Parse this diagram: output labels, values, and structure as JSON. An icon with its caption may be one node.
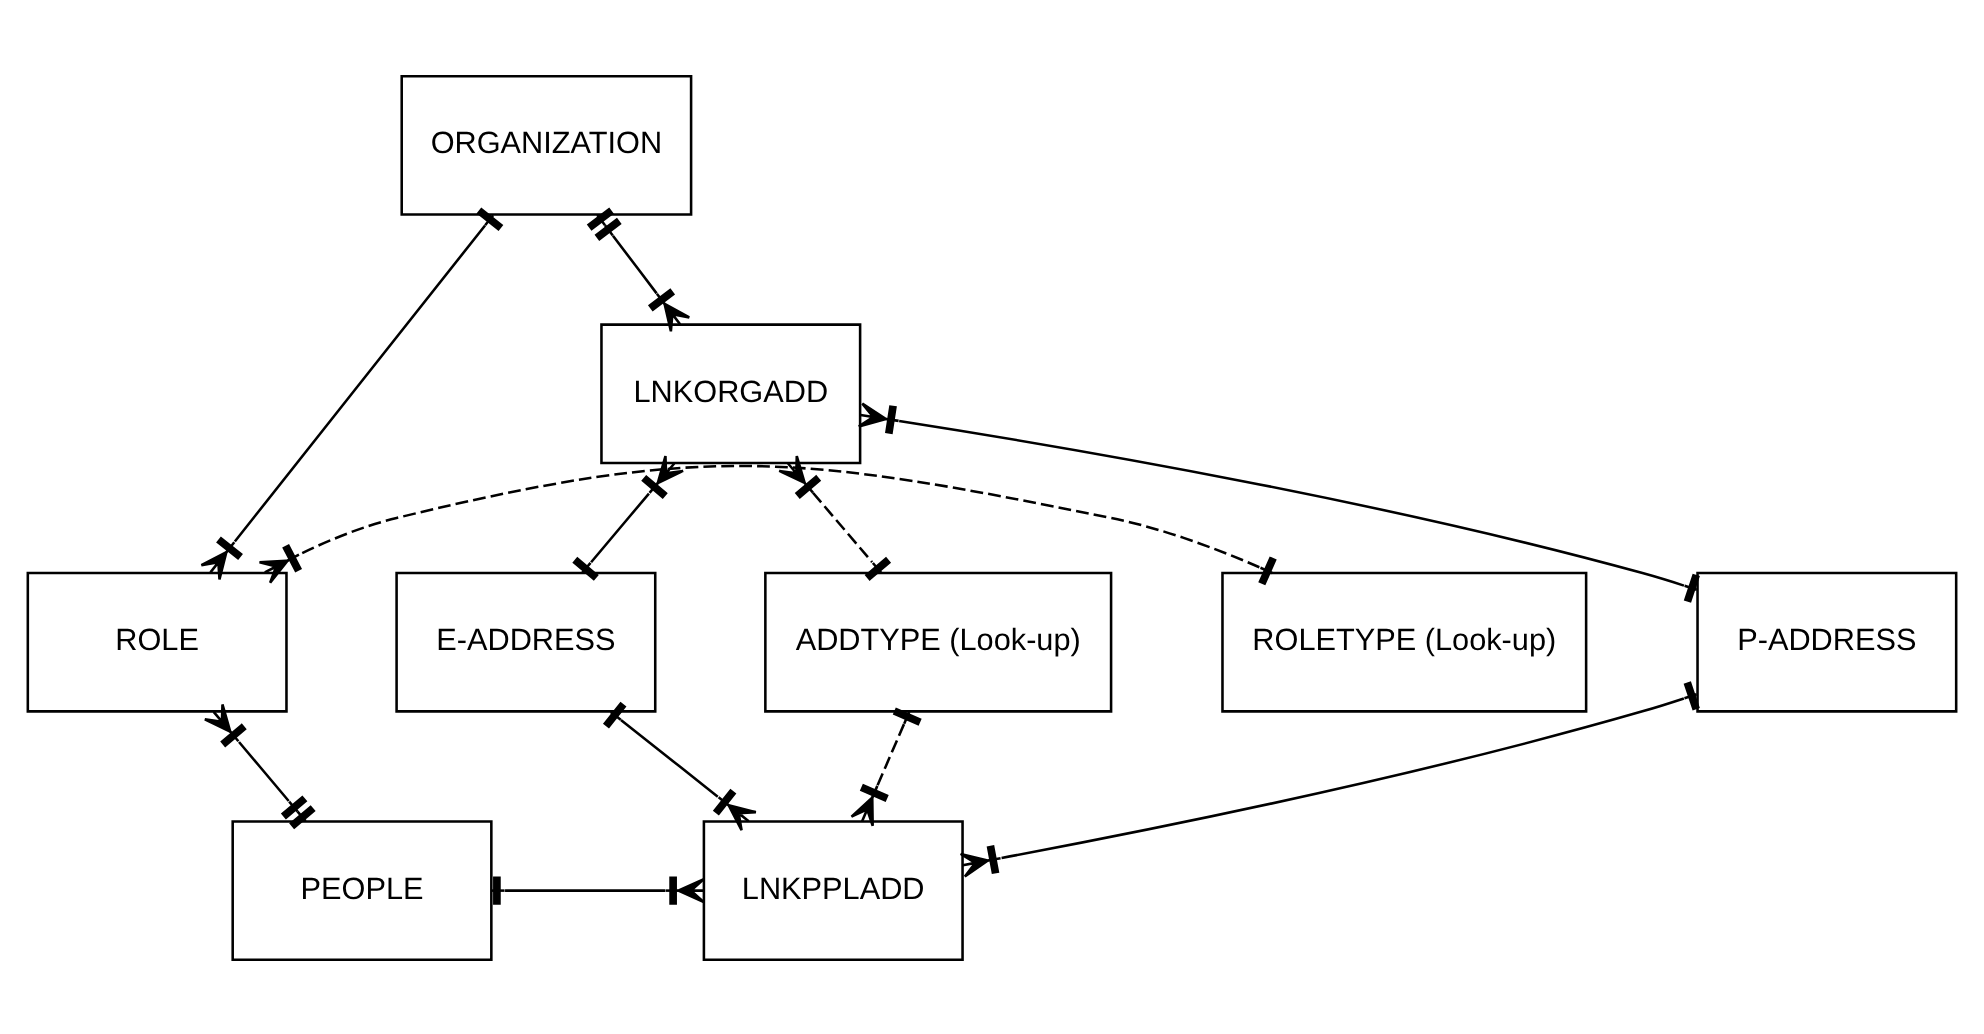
{
  "diagram": {
    "nodes": [
      {
        "text": [
          "ORGANIZATION"
        ]
      },
      {
        "text": [
          "LNKORGADD"
        ]
      },
      {
        "text": [
          "ROLETYPE (Look-up)"
        ]
      },
      {
        "text": [
          "ROLE"
        ]
      },
      {
        "text": [
          "P-ADDRESS"
        ]
      },
      {
        "text": [
          "E-ADDRESS"
        ]
      },
      {
        "text": [
          "ADDTYPE (Look-up)"
        ]
      },
      {
        "text": [
          "PEOPLE"
        ]
      },
      {
        "text": [
          "LNKPPLADD"
        ]
      }
    ],
    "edges": [
      {
        "from": 0,
        "to": 3,
        "arrow": "other"
      },
      {
        "from": 0,
        "to": 1,
        "arrow": "other"
      },
      {
        "from": 2,
        "to": 3,
        "arrow": "other",
        "style": "dashed"
      },
      {
        "from": 7,
        "to": 3,
        "arrow": "other"
      },
      {
        "from": 4,
        "to": 1,
        "arrow": "other"
      },
      {
        "from": 5,
        "to": 1,
        "arrow": "other"
      },
      {
        "from": 4,
        "to": 8,
        "arrow": "other"
      },
      {
        "from": 5,
        "to": 8,
        "arrow": "other"
      },
      {
        "from": 7,
        "to": 8,
        "arrow": "other"
      },
      {
        "from": 6,
        "to": 1,
        "arrow": "other",
        "style": "dashed"
      },
      {
        "from": 6,
        "to": 8,
        "arrow": "other",
        "style": "dashed"
      }
    ]
  }
}
